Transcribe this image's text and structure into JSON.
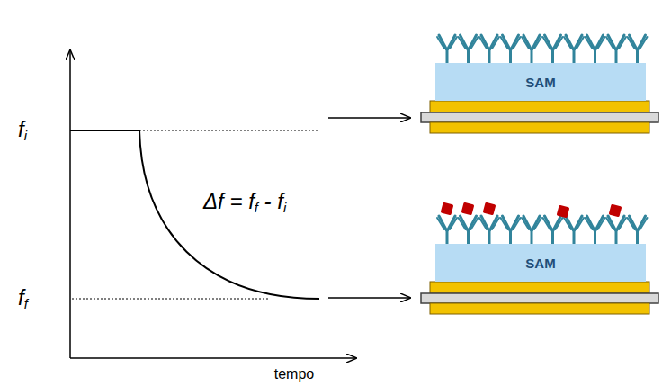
{
  "diagram": {
    "nodes": [
      {
        "text": [
          "SAM"
        ]
      },
      {
        "text": [
          "SAM"
        ]
      }
    ],
    "labels": [
      "fi",
      "ff",
      "Δf = ff - fi",
      "tempo"
    ]
  }
}
